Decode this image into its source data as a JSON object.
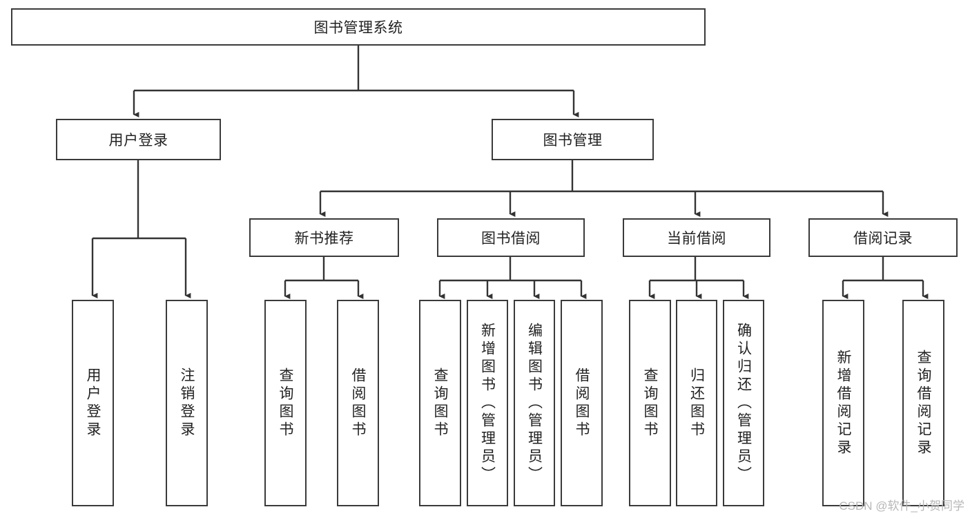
{
  "diagram": {
    "title": "图书管理系统",
    "type": "hierarchy-tree",
    "root": {
      "id": "root",
      "label": "图书管理系统",
      "orientation": "horizontal"
    },
    "level2": [
      {
        "id": "user-login",
        "label": "用户登录",
        "orientation": "horizontal"
      },
      {
        "id": "book-management",
        "label": "图书管理",
        "orientation": "horizontal"
      }
    ],
    "level3": [
      {
        "id": "new-book-recommend",
        "label": "新书推荐",
        "orientation": "horizontal",
        "parent": "book-management"
      },
      {
        "id": "book-borrow",
        "label": "图书借阅",
        "orientation": "horizontal",
        "parent": "book-management"
      },
      {
        "id": "current-borrow",
        "label": "当前借阅",
        "orientation": "horizontal",
        "parent": "book-management"
      },
      {
        "id": "borrow-record",
        "label": "借阅记录",
        "orientation": "horizontal",
        "parent": "book-management"
      }
    ],
    "leaves": [
      {
        "id": "leaf-user-login",
        "label": "用户登录",
        "parent": "user-login"
      },
      {
        "id": "leaf-logout-login",
        "label": "注销登录",
        "parent": "user-login"
      },
      {
        "id": "leaf-query-book-1",
        "label": "查询图书",
        "parent": "new-book-recommend"
      },
      {
        "id": "leaf-borrow-book-1",
        "label": "借阅图书",
        "parent": "new-book-recommend"
      },
      {
        "id": "leaf-query-book-2",
        "label": "查询图书",
        "parent": "book-borrow"
      },
      {
        "id": "leaf-add-book",
        "label": "新增图书（管理员）",
        "parent": "book-borrow"
      },
      {
        "id": "leaf-edit-book",
        "label": "编辑图书（管理员）",
        "parent": "book-borrow"
      },
      {
        "id": "leaf-borrow-book-2",
        "label": "借阅图书",
        "parent": "book-borrow"
      },
      {
        "id": "leaf-query-book-3",
        "label": "查询图书",
        "parent": "current-borrow"
      },
      {
        "id": "leaf-return-book",
        "label": "归还图书",
        "parent": "current-borrow"
      },
      {
        "id": "leaf-confirm-return",
        "label": "确认归还（管理员）",
        "parent": "current-borrow"
      },
      {
        "id": "leaf-add-record",
        "label": "新增借阅记录",
        "parent": "borrow-record"
      },
      {
        "id": "leaf-query-record",
        "label": "查询借阅记录",
        "parent": "borrow-record"
      }
    ]
  },
  "watermark": {
    "text": "CSDN @软件_小贺同学"
  },
  "colors": {
    "stroke": "#3a3a3a",
    "background": "#ffffff",
    "text": "#222222",
    "watermark": "#b7b7b7"
  }
}
